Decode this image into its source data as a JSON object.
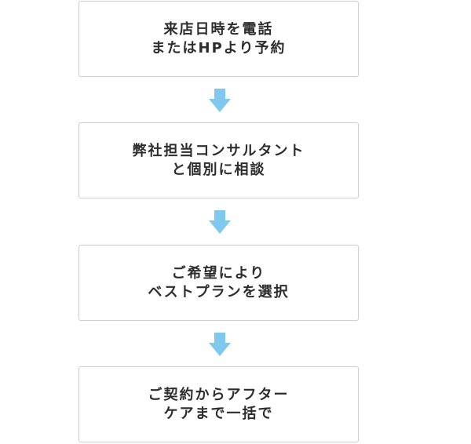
{
  "steps": [
    {
      "line1": "来店日時を電話",
      "line2": "またはHPより予約"
    },
    {
      "line1": "弊社担当コンサルタント",
      "line2": "と個別に相談"
    },
    {
      "line1": "ご希望により",
      "line2": "ベストプランを選択"
    },
    {
      "line1": "ご契約からアフター",
      "line2": "ケアまで一括で"
    }
  ],
  "colors": {
    "arrow": "#7fc8ee",
    "border": "#cfcfcf",
    "text": "#2d2d2d"
  },
  "icons": {
    "arrow": "down-arrow-icon"
  }
}
